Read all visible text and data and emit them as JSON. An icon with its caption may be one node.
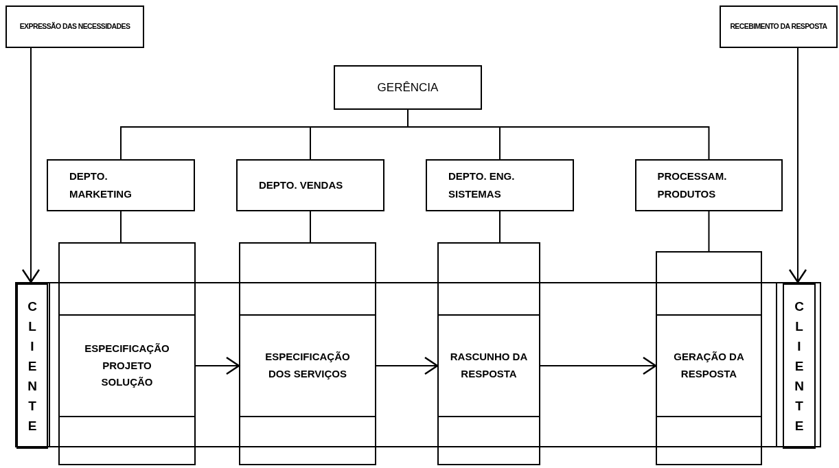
{
  "diagram": {
    "nodes": [
      {
        "text": [
          "EXPRESSÃO DAS NECESSIDADES"
        ]
      },
      {
        "text": [
          "RECEBIMENTO DA RESPOSTA"
        ]
      },
      {
        "text": [
          "GERÊNCIA"
        ]
      },
      {
        "text": [
          "DEPTO. MARKETING"
        ]
      },
      {
        "text": [
          "DEPTO. VENDAS"
        ]
      },
      {
        "text": [
          "DEPTO. ENG. SISTEMAS"
        ]
      },
      {
        "text": [
          "PROCESSAM. PRODUTOS"
        ]
      },
      {
        "text": [],
        "shape": "box"
      },
      {
        "text": [
          "CLIENTE"
        ],
        "in": 7
      },
      {
        "text": [],
        "shape": "box"
      },
      {
        "text": [
          "ESPECIFICAÇÃO PROJETO SOLUÇÃO"
        ]
      },
      {
        "text": [],
        "shape": "box"
      },
      {
        "text": [
          "ESPECIFICAÇÃO DOS SERVIÇOS"
        ]
      },
      {
        "text": [],
        "shape": "box"
      },
      {
        "text": [
          "RASCUNHO DA RESPOSTA"
        ]
      },
      {
        "text": [],
        "shape": "box"
      },
      {
        "text": [
          "GERAÇÃO DA RESPOSTA"
        ]
      },
      {
        "text": [
          "CLIENTE"
        ],
        "in": 7
      }
    ],
    "edges": [
      {
        "from": 0,
        "to": 8,
        "arrow": "to"
      },
      {
        "from": 1,
        "to": 17,
        "arrow": "to"
      },
      {
        "from": 2,
        "to": 3,
        "arrow": "none"
      },
      {
        "from": 2,
        "to": 4,
        "arrow": "none"
      },
      {
        "from": 2,
        "to": 5,
        "arrow": "none"
      },
      {
        "from": 2,
        "to": 6,
        "arrow": "none"
      },
      {
        "from": 3,
        "to": 9,
        "arrow": "none"
      },
      {
        "from": 4,
        "to": 11,
        "arrow": "none"
      },
      {
        "from": 5,
        "to": 13,
        "arrow": "none"
      },
      {
        "from": 6,
        "to": 15,
        "arrow": "none"
      },
      {
        "from": 10,
        "to": 12,
        "arrow": "to"
      },
      {
        "from": 12,
        "to": 14,
        "arrow": "to"
      },
      {
        "from": 14,
        "to": 16,
        "arrow": "to"
      }
    ]
  }
}
